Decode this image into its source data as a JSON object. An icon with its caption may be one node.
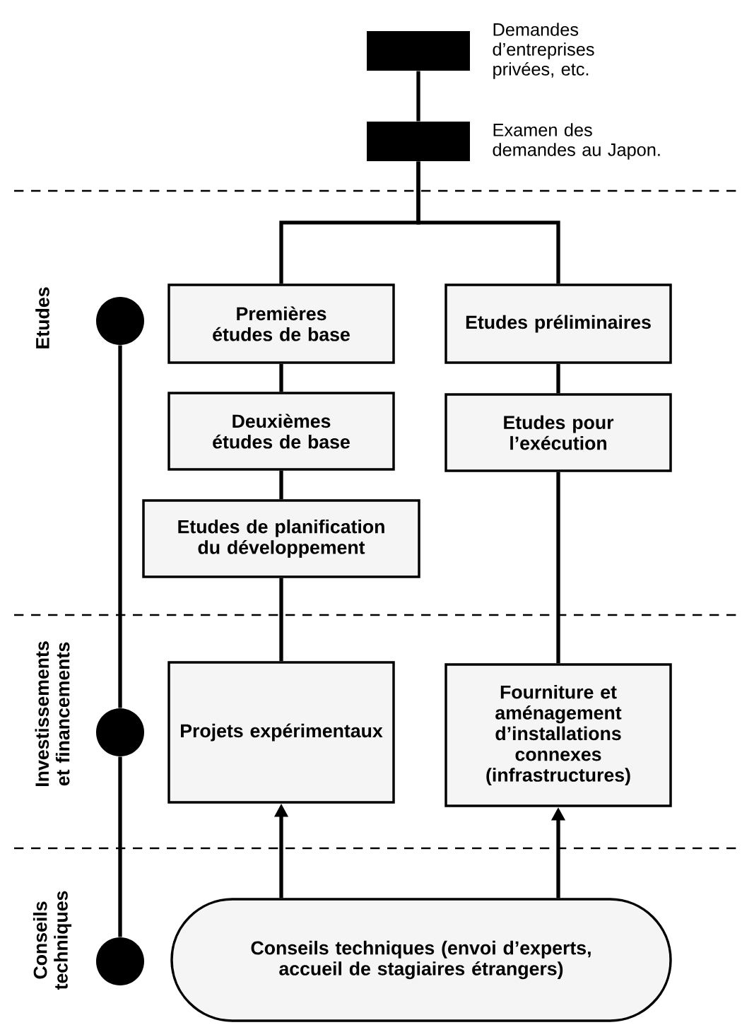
{
  "diagram": {
    "nodes": [
      {
        "text": [],
        "shape": "box",
        "beside": [
          "Demandes d’entreprises privées, etc."
        ]
      },
      {
        "text": [],
        "shape": "box",
        "beside": [
          "Examen des demandes au Japon."
        ]
      },
      {
        "text": [
          "Premières études de base"
        ]
      },
      {
        "text": [
          "Etudes préliminaires"
        ]
      },
      {
        "text": [
          "Deuxièmes études de base"
        ]
      },
      {
        "text": [
          "Etudes pour l’exécution"
        ]
      },
      {
        "text": [
          "Etudes de planification du développement"
        ]
      },
      {
        "text": [
          "Projets expérimentaux"
        ]
      },
      {
        "text": [
          "Fourniture et aménagement d’installations connexes (infrastructures)"
        ]
      },
      {
        "text": [
          "Conseils techniques (envoi d’experts, accueil de stagiaires étrangers)"
        ]
      },
      {
        "text": [],
        "shape": "circle",
        "beside": [
          "Etudes"
        ]
      },
      {
        "text": [],
        "shape": "circle",
        "beside": [
          "Investissements et financements"
        ]
      },
      {
        "text": [],
        "shape": "circle",
        "beside": [
          "Conseils techniques"
        ]
      }
    ],
    "edges": [
      {
        "from": 0,
        "to": 1,
        "arrow": "none"
      },
      {
        "from": 1,
        "to": 2,
        "arrow": "none"
      },
      {
        "from": 1,
        "to": 3,
        "arrow": "none"
      },
      {
        "from": 2,
        "to": 4,
        "arrow": "none"
      },
      {
        "from": 4,
        "to": 6,
        "arrow": "none"
      },
      {
        "from": 6,
        "to": 7,
        "arrow": "none"
      },
      {
        "from": 3,
        "to": 5,
        "arrow": "none"
      },
      {
        "from": 5,
        "to": 8,
        "arrow": "none"
      },
      {
        "from": 9,
        "to": 7,
        "arrow": "to"
      },
      {
        "from": 9,
        "to": 8,
        "arrow": "to"
      },
      {
        "from": 10,
        "to": 11,
        "arrow": "none"
      },
      {
        "from": 11,
        "to": 12,
        "arrow": "none"
      }
    ]
  }
}
